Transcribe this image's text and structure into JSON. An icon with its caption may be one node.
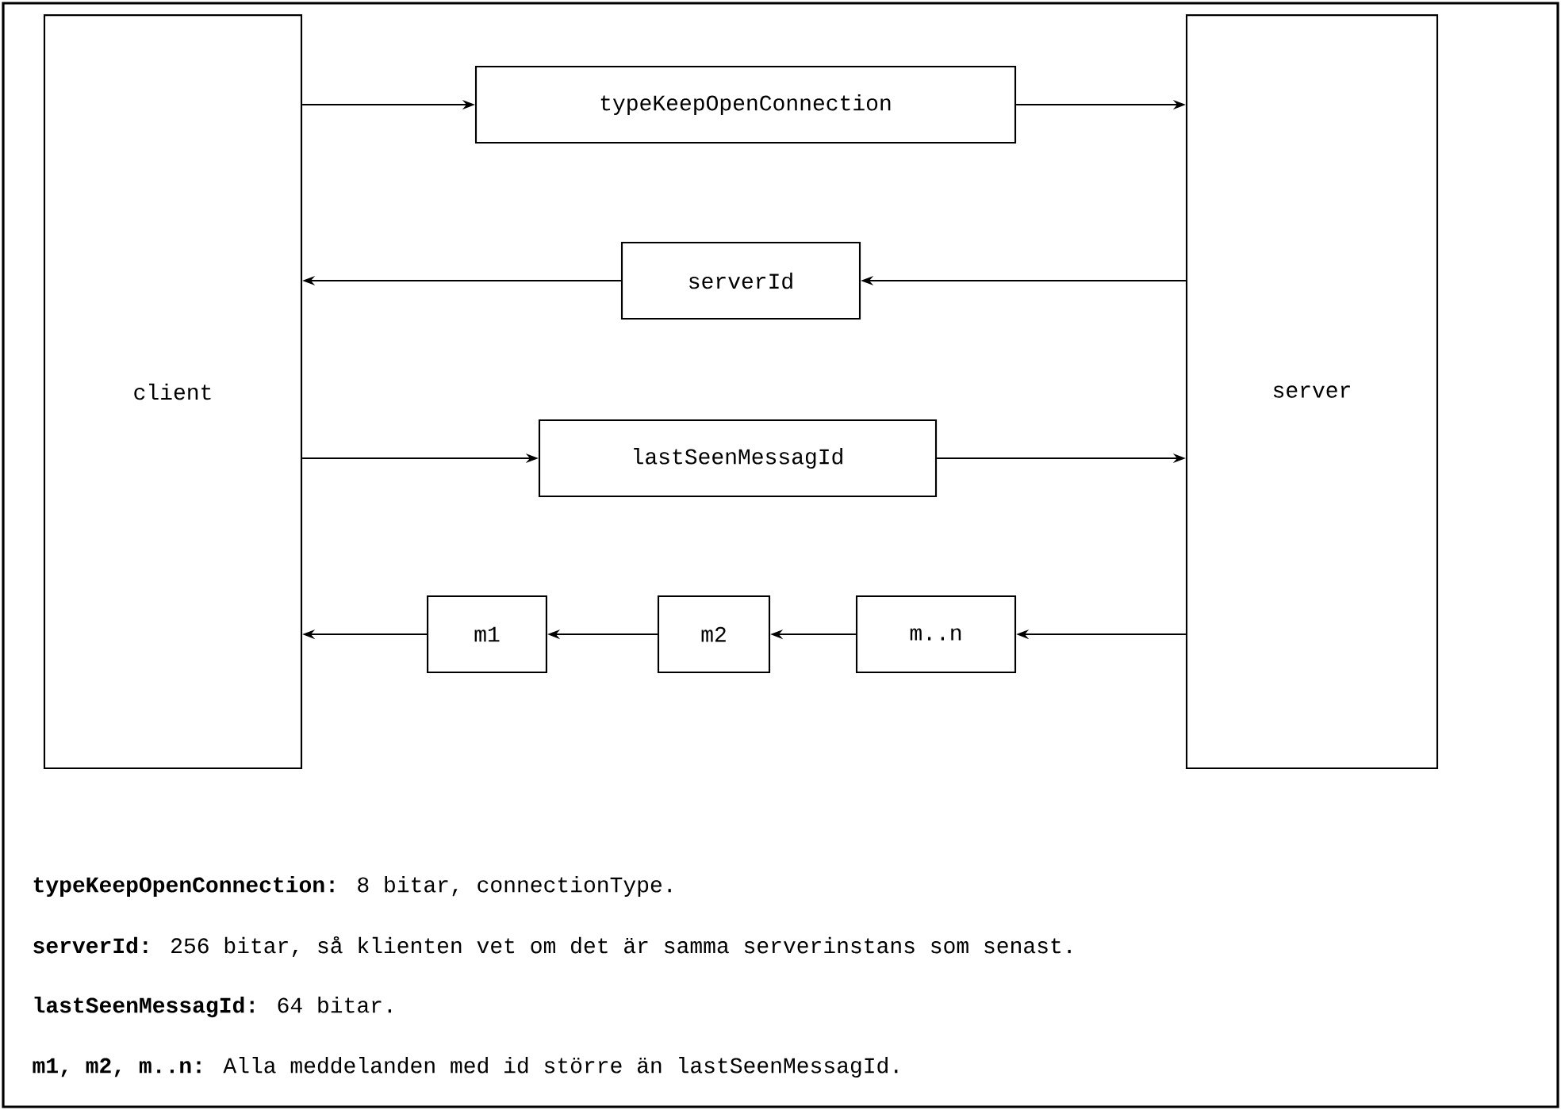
{
  "diagram": {
    "nodes": [
      {
        "text": [
          "client"
        ]
      },
      {
        "text": [
          "server"
        ]
      },
      {
        "text": [
          "typeKeepOpenConnection"
        ]
      },
      {
        "text": [
          "serverId"
        ]
      },
      {
        "text": [
          "lastSeenMessagId"
        ]
      },
      {
        "text": [
          "m1"
        ]
      },
      {
        "text": [
          "m2"
        ]
      },
      {
        "text": [
          "m..n"
        ]
      }
    ],
    "edges": [
      {
        "from": 0,
        "to": 2,
        "arrow": "to"
      },
      {
        "from": 2,
        "to": 1,
        "arrow": "to"
      },
      {
        "from": 1,
        "to": 3,
        "arrow": "to"
      },
      {
        "from": 3,
        "to": 0,
        "arrow": "to"
      },
      {
        "from": 0,
        "to": 4,
        "arrow": "to"
      },
      {
        "from": 4,
        "to": 1,
        "arrow": "to"
      },
      {
        "from": 1,
        "to": 7,
        "arrow": "to"
      },
      {
        "from": 7,
        "to": 6,
        "arrow": "to"
      },
      {
        "from": 6,
        "to": 5,
        "arrow": "to"
      },
      {
        "from": 5,
        "to": 0,
        "arrow": "to"
      }
    ],
    "labels": [
      "**typeKeepOpenConnection:** 8 bitar, connectionType.",
      "**serverId:** 256 bitar, så klienten vet om det är samma serverinstans som senast.",
      "**lastSeenMessagId:** 64 bitar.",
      "**m1, m2, m..n:** Alla meddelanden med id större än lastSeenMessagId."
    ]
  }
}
